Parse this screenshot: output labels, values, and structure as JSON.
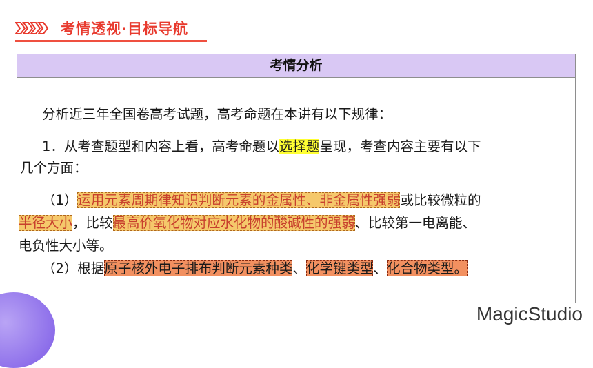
{
  "header": {
    "title": "考情透视·目标导航"
  },
  "box": {
    "title": "考情分析"
  },
  "content": {
    "intro": "分析近三年全国卷高考试题，高考命题在本讲有以下规律：",
    "p1": {
      "a": "1．从考查题型和内容上看，高考命题以",
      "hl": "选择题",
      "b": "呈现，考查内容主要有以下",
      "c": "几个方面："
    },
    "p2": {
      "prefix": "（1）",
      "hl1": "运用元素周期律知识判断元素的金属性、非金属性强弱",
      "mid1": "或比较微粒的",
      "hl2": "半径大小",
      "mid2": "，比较",
      "hl3": "最高价氧化物对应水化物的酸碱性的强弱",
      "tail": "、比较第一电离能、",
      "last": "电负性大小等。"
    },
    "p3": {
      "prefix": "（2）根据",
      "hl1": "原子核外电子排布判断元素种类",
      "sep1": "、",
      "hl2": "化学键类型",
      "sep2": "、",
      "hl3": "化合物类型。"
    }
  },
  "brand": {
    "name": "MagicStudio"
  },
  "colors": {
    "accent": "#e83a2e",
    "title_band": "#d9c8f4",
    "highlight_yellow": "#ffff33",
    "highlight_orange": "#f5c86b",
    "highlight_red": "#f29060"
  }
}
